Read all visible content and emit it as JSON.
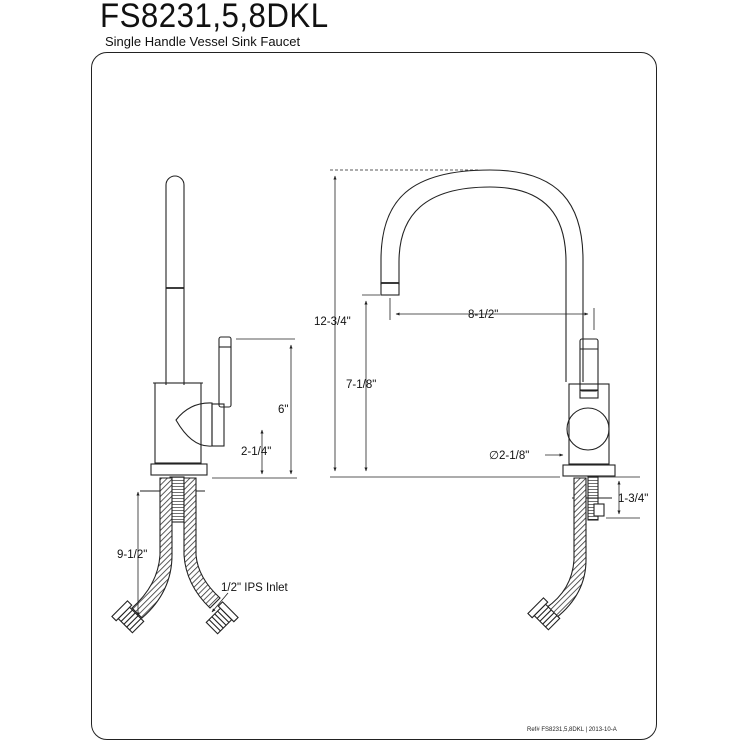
{
  "header": {
    "model": "FS8231,5,8DKL",
    "description": "Single Handle Vessel Sink Faucet"
  },
  "side_view": {
    "dim_height": "6\"",
    "dim_handle_height": "2-1/4\"",
    "dim_hose_length": "9-1/2\"",
    "inlet_label": "1/2\" IPS Inlet"
  },
  "front_view": {
    "dim_overall_height": "12-3/4\"",
    "dim_spout_clearance": "7-1/8\"",
    "dim_spout_reach": "8-1/2\"",
    "dim_hole_diameter": "∅2-1/8\"",
    "dim_max_deck": "1-3/4\""
  },
  "footer": {
    "reference": "Ref# FS8231,5,8DKL | 2013-10-A"
  }
}
